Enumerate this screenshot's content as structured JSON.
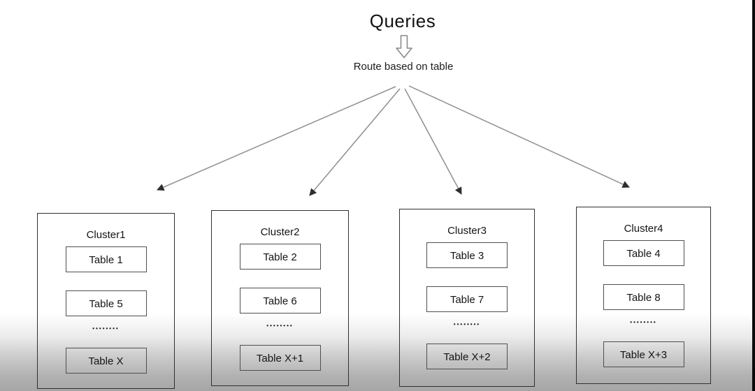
{
  "header": {
    "title": "Queries",
    "route_label": "Route based on table"
  },
  "dots": "••••••••",
  "clusters": [
    {
      "name": "Cluster1",
      "tables": [
        "Table 1",
        "Table 5",
        "Table X"
      ]
    },
    {
      "name": "Cluster2",
      "tables": [
        "Table 2",
        "Table 6",
        "Table X+1"
      ]
    },
    {
      "name": "Cluster3",
      "tables": [
        "Table 3",
        "Table 7",
        "Table X+2"
      ]
    },
    {
      "name": "Cluster4",
      "tables": [
        "Table 4",
        "Table 8",
        "Table X+3"
      ]
    }
  ],
  "icons": {
    "route_arrow": "hollow-down-arrow",
    "fan_arrows": "thin-line-arrowheads"
  },
  "colors": {
    "background_top": "#ffffff",
    "background_bottom": "#a6a6a6",
    "box_border": "#303030",
    "arrow_line": "#8f8f8f",
    "arrow_head": "#2e2e2e",
    "text": "#141414",
    "edge_bar": "#0b0b0b"
  }
}
